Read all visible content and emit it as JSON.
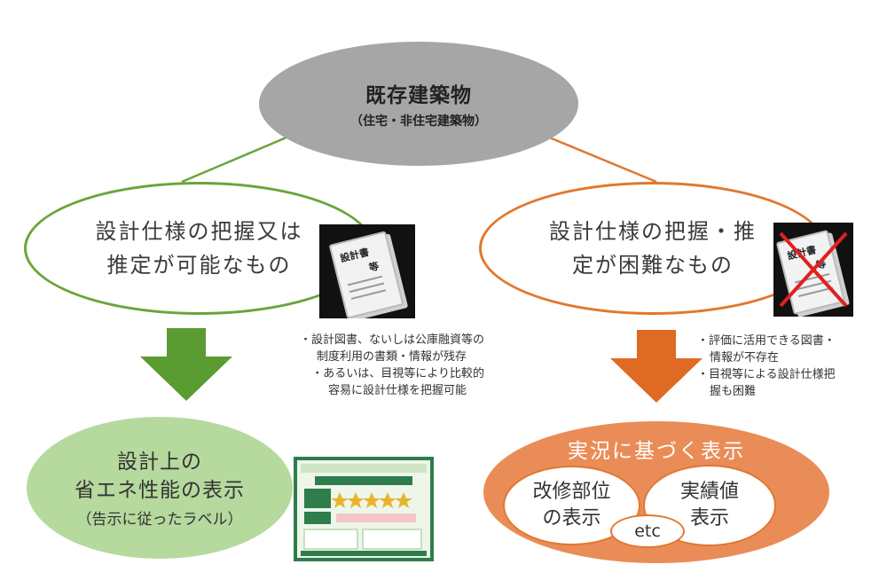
{
  "root": {
    "title": "既存建築物",
    "subtitle": "（住宅・非住宅建築物）"
  },
  "left": {
    "node_text": "設計仕様の把握又は推定が可能なもの",
    "node_line1": "設計仕様の把握又は",
    "node_line2": "推定が可能なもの",
    "book_label": "設計書",
    "book_suffix": "等",
    "notes": [
      "・設計図書、ないしは公庫融資等の",
      "制度利用の書類・情報が残存",
      "・あるいは、目視等により比較的",
      "容易に設計仕様を把握可能"
    ],
    "result_line1": "設計上の",
    "result_line2": "省エネ性能の表示",
    "result_line3": "（告示に従ったラベル）"
  },
  "right": {
    "node_line1": "設計仕様の把握・推",
    "node_line2": "定が困難なもの",
    "book_label": "設計書",
    "book_suffix": "等",
    "notes": [
      "・評価に活用できる図書・",
      "情報が不存在",
      "・目視等による設計仕様把",
      "握も困難"
    ],
    "result_title": "実況に基づく表示",
    "sub1_line1": "改修部位",
    "sub1_line2": "の表示",
    "sub2_line1": "実績値",
    "sub2_line2": "表示",
    "sub3": "etc"
  },
  "colors": {
    "green": "#6aa43a",
    "orange": "#e0782e",
    "gray": "#a6a6a6",
    "light_green": "#b6d99e",
    "light_orange": "#ea8c57"
  }
}
